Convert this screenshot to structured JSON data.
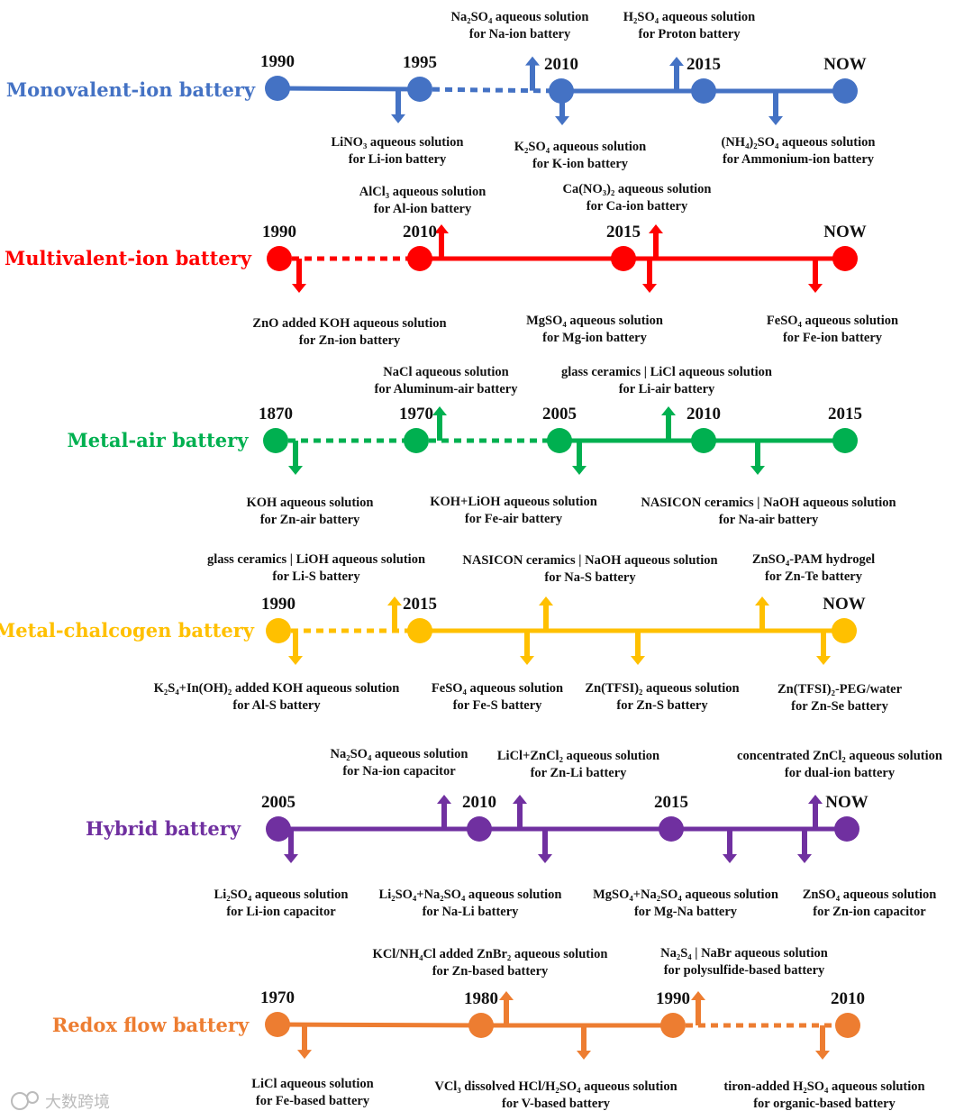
{
  "rows": [
    {
      "id": "monovalent",
      "title": "Monovalent-ion battery",
      "color": "#4472c4",
      "nodes": [
        {
          "year": "1990"
        },
        {
          "year": "1995"
        },
        {
          "year": "2010"
        },
        {
          "year": "2015"
        },
        {
          "year": "NOW"
        }
      ],
      "segments": [
        "solid",
        "dotted",
        "solid",
        "solid"
      ],
      "annotations": [
        {
          "dir": "down",
          "lines": [
            "LiNO₃ aqueous solution",
            "for Li-ion battery"
          ]
        },
        {
          "dir": "up",
          "lines": [
            "Na₂SO₄ aqueous solution",
            "for Na-ion battery"
          ]
        },
        {
          "dir": "down",
          "lines": [
            "K₂SO₄ aqueous solution",
            "for K-ion battery"
          ]
        },
        {
          "dir": "up",
          "lines": [
            "H₂SO₄ aqueous solution",
            "for Proton battery"
          ]
        },
        {
          "dir": "down",
          "lines": [
            "(NH₄)₂SO₄ aqueous solution",
            "for Ammonium-ion battery"
          ]
        }
      ]
    },
    {
      "id": "multivalent",
      "title": "Multivalent-ion battery",
      "color": "#ff0000",
      "nodes": [
        {
          "year": "1990"
        },
        {
          "year": "2010"
        },
        {
          "year": "2015"
        },
        {
          "year": "NOW"
        }
      ],
      "segments": [
        "dotted",
        "solid",
        "solid"
      ],
      "annotations": [
        {
          "dir": "down",
          "lines": [
            "ZnO added KOH aqueous solution",
            "for Zn-ion battery"
          ]
        },
        {
          "dir": "up",
          "lines": [
            "AlCl₃ aqueous solution",
            "for Al-ion battery"
          ]
        },
        {
          "dir": "up",
          "lines": [
            "Ca(NO₃)₂ aqueous solution",
            "for Ca-ion battery"
          ]
        },
        {
          "dir": "down",
          "lines": [
            "MgSO₄ aqueous solution",
            "for Mg-ion battery"
          ]
        },
        {
          "dir": "down",
          "lines": [
            "FeSO₄ aqueous solution",
            "for Fe-ion battery"
          ]
        }
      ]
    },
    {
      "id": "metal-air",
      "title": "Metal-air battery",
      "color": "#00b050",
      "nodes": [
        {
          "year": "1870"
        },
        {
          "year": "1970"
        },
        {
          "year": "2005"
        },
        {
          "year": "2010"
        },
        {
          "year": "2015"
        }
      ],
      "segments": [
        "dotted",
        "dotted",
        "solid",
        "solid"
      ],
      "annotations": [
        {
          "dir": "down",
          "lines": [
            "KOH aqueous solution",
            "for Zn-air battery"
          ]
        },
        {
          "dir": "up",
          "lines": [
            "NaCl aqueous solution",
            "for Aluminum-air battery"
          ]
        },
        {
          "dir": "down",
          "lines": [
            "KOH+LiOH aqueous solution",
            "for Fe-air battery"
          ]
        },
        {
          "dir": "up",
          "lines": [
            "glass ceramics | LiCl aqueous solution",
            "for Li-air battery"
          ]
        },
        {
          "dir": "down",
          "lines": [
            "NASICON ceramics | NaOH aqueous solution",
            "for Na-air battery"
          ]
        }
      ]
    },
    {
      "id": "metal-chalcogen",
      "title": "Metal-chalcogen battery",
      "color": "#ffc000",
      "nodes": [
        {
          "year": "1990"
        },
        {
          "year": "2015"
        },
        {
          "year": "NOW"
        }
      ],
      "segments": [
        "dotted",
        "solid"
      ],
      "annotations": [
        {
          "dir": "down",
          "lines": [
            "K₂S₄+In(OH)₂ added KOH aqueous solution",
            "for Al-S battery"
          ]
        },
        {
          "dir": "up",
          "lines": [
            "glass ceramics | LiOH aqueous solution",
            "for Li-S battery"
          ]
        },
        {
          "dir": "down",
          "lines": [
            "FeSO₄ aqueous solution",
            "for Fe-S battery"
          ]
        },
        {
          "dir": "up",
          "lines": [
            "NASICON ceramics | NaOH aqueous solution",
            "for Na-S battery"
          ]
        },
        {
          "dir": "down",
          "lines": [
            "Zn(TFSI)₂ aqueous solution",
            "for Zn-S battery"
          ]
        },
        {
          "dir": "up",
          "lines": [
            "ZnSO₄-PAM hydrogel",
            "for Zn-Te battery"
          ]
        },
        {
          "dir": "down",
          "lines": [
            "Zn(TFSI)₂-PEG/water",
            "for Zn-Se battery"
          ]
        }
      ]
    },
    {
      "id": "hybrid",
      "title": "Hybrid battery",
      "color": "#7030a0",
      "nodes": [
        {
          "year": "2005"
        },
        {
          "year": "2010"
        },
        {
          "year": "2015"
        },
        {
          "year": "NOW"
        }
      ],
      "segments": [
        "solid",
        "solid",
        "solid"
      ],
      "annotations": [
        {
          "dir": "down",
          "lines": [
            "Li₂SO₄ aqueous solution",
            "for Li-ion capacitor"
          ]
        },
        {
          "dir": "up",
          "lines": [
            "Na₂SO₄ aqueous solution",
            "for Na-ion capacitor"
          ]
        },
        {
          "dir": "up",
          "lines": [
            "LiCl+ZnCl₂ aqueous solution",
            "for Zn-Li battery"
          ]
        },
        {
          "dir": "down",
          "lines": [
            "Li₂SO₄+Na₂SO₄ aqueous solution",
            "for Na-Li battery"
          ]
        },
        {
          "dir": "down",
          "lines": [
            "MgSO₄+Na₂SO₄ aqueous solution",
            "for Mg-Na battery"
          ]
        },
        {
          "dir": "down",
          "lines": [
            "ZnSO₄ aqueous solution",
            "for Zn-ion capacitor"
          ]
        },
        {
          "dir": "up",
          "lines": [
            "concentrated ZnCl₂ aqueous solution",
            "for dual-ion battery"
          ]
        }
      ]
    },
    {
      "id": "redox-flow",
      "title": "Redox flow battery",
      "color": "#ed7d31",
      "nodes": [
        {
          "year": "1970"
        },
        {
          "year": "1980"
        },
        {
          "year": "1990"
        },
        {
          "year": "2010"
        }
      ],
      "segments": [
        "solid",
        "solid",
        "dotted"
      ],
      "annotations": [
        {
          "dir": "down",
          "lines": [
            "LiCl aqueous solution",
            "for Fe-based battery"
          ]
        },
        {
          "dir": "up",
          "lines": [
            "KCl/NH₄Cl added ZnBr₂ aqueous solution",
            "for Zn-based battery"
          ]
        },
        {
          "dir": "down",
          "lines": [
            "VCl₃ dissolved HCl/H₂SO₄ aqueous solution",
            "for V-based battery"
          ]
        },
        {
          "dir": "up",
          "lines": [
            "Na₂S₄ | NaBr aqueous solution",
            "for polysulfide-based battery"
          ]
        },
        {
          "dir": "down",
          "lines": [
            "tiron-added H₂SO₄ aqueous solution",
            "for organic-based battery"
          ]
        }
      ]
    }
  ],
  "watermark": {
    "text": "大数跨境"
  }
}
